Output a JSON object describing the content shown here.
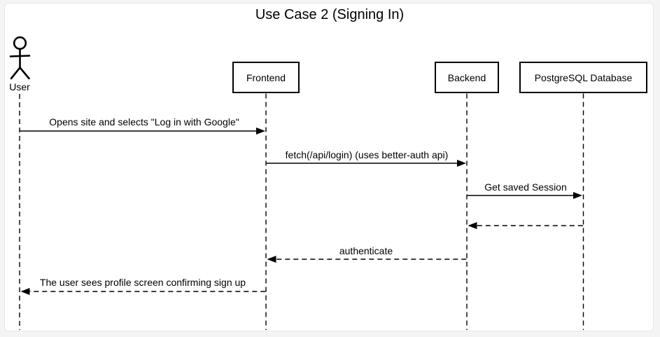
{
  "title": "Use Case 2 (Signing In)",
  "actor": {
    "label": "User"
  },
  "participants": [
    {
      "label": "Frontend"
    },
    {
      "label": "Backend"
    },
    {
      "label": "PostgreSQL Database"
    }
  ],
  "messages": [
    {
      "from": "User",
      "to": "Frontend",
      "label": "Opens site and selects \"Log in with Google\"",
      "line": "solid"
    },
    {
      "from": "Frontend",
      "to": "Backend",
      "label": "fetch(/api/login) (uses better-auth api)",
      "line": "solid"
    },
    {
      "from": "Backend",
      "to": "PostgreSQL Database",
      "label": "Get saved Session",
      "line": "solid"
    },
    {
      "from": "PostgreSQL Database",
      "to": "Backend",
      "label": "",
      "line": "dashed"
    },
    {
      "from": "Backend",
      "to": "Frontend",
      "label": "authenticate",
      "line": "dashed"
    },
    {
      "from": "Frontend",
      "to": "User",
      "label": "The user sees profile screen confirming sign up",
      "line": "dashed"
    }
  ],
  "colors": {
    "line": "#000000",
    "text": "#000000",
    "panel_background": "#ffffff",
    "page_background": "#f4f4f5",
    "panel_border": "#e7e7e9"
  }
}
